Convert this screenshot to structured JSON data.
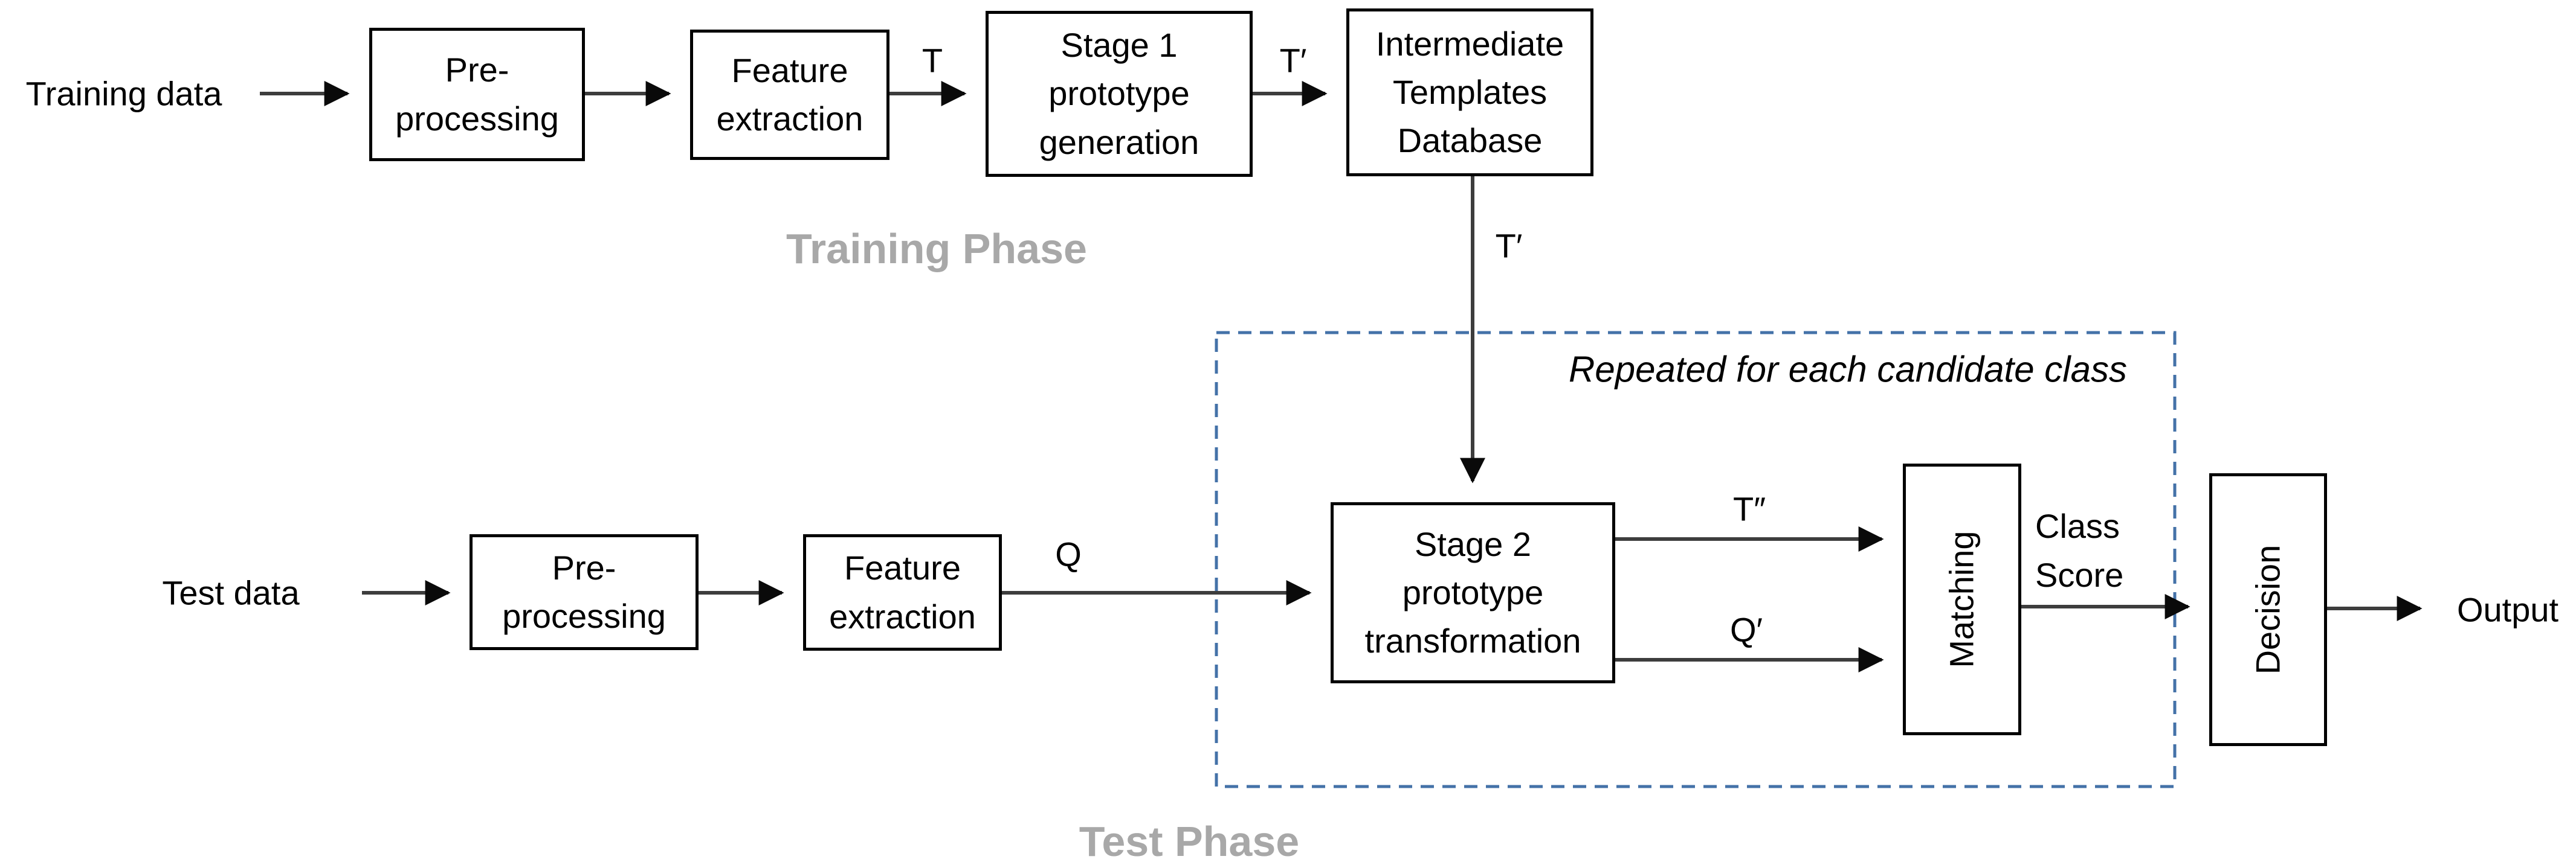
{
  "labels": {
    "training_data": "Training data",
    "test_data": "Test data",
    "t": "T",
    "t_prime": "T′",
    "t_prime_down": "T′",
    "q": "Q",
    "t_double_prime": "T″",
    "q_prime": "Q′",
    "class_score": "Class\nScore",
    "output": "Output",
    "training_phase": "Training Phase",
    "test_phase": "Test Phase",
    "repeat_note": "Repeated for each candidate class"
  },
  "boxes": {
    "pre_processing_train": "Pre-\nprocessing",
    "feature_extraction_train": "Feature\nextraction",
    "stage1": "Stage 1\nprototype\ngeneration",
    "intermediate_templates_db": "Intermediate\nTemplates\nDatabase",
    "pre_processing_test": "Pre-\nprocessing",
    "feature_extraction_test": "Feature\nextraction",
    "stage2": "Stage 2\nprototype\ntransformation",
    "matching": "Matching",
    "decision": "Decision"
  },
  "colors": {
    "background": "#ffffff",
    "text": "#000000",
    "box_border": "#000000",
    "connector_line": "#3d3d3d",
    "arrowhead": "#0a0a0a",
    "dashed_region_border": "#4472a8",
    "phase_label": "#a8a8a8"
  }
}
